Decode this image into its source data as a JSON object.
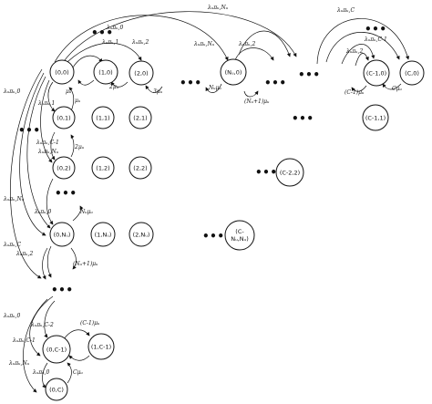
{
  "states": {
    "s00": "(0,0)",
    "s10": "(1,0)",
    "s20": "(2,0)",
    "sNu0": "(Nᵤ,0)",
    "sC10": "(C-1,0)",
    "sC0": "(C,0)",
    "s01": "(0,1)",
    "s11": "(1,1)",
    "s21": "(2,1)",
    "sC11": "(C-1,1)",
    "s02": "(0,2)",
    "s12": "(1,2)",
    "s22": "(2,2)",
    "sC22": "(C-2,2)",
    "s0Nu": "(0,Nᵤ)",
    "s1Nu": "(1,Nᵤ)",
    "s2Nu": "(2,Nᵤ)",
    "sCNu_a": "(C-",
    "sCNu_b": "Nᵤ,Nᵤ)",
    "s0C1": "(0,C-1)",
    "s1C1": "(1,C-1)",
    "s0C": "(0,C)"
  },
  "labels": {
    "top_lambda_Nu": "λᵤπᵤ,Nᵤ",
    "top_lambda_C": "λᵤπᵤ,C",
    "top_lambda_Cm1": "λᵤπᵤ,C-1",
    "lambda_0": "λᵤπᵤ,0",
    "lambda_1": "λᵤπᵤ,1",
    "lambda_2": "λᵤπᵤ,2",
    "lambda_Nu": "λᵤπᵤ,Nᵤ",
    "lambda_C": "λᵤπᵤ,C",
    "lambda_C1": "λᵤπᵤ,C-1",
    "lambda_C2": "λᵤπᵤ,C-2",
    "mu_u": "μᵤ",
    "two_mu_u": "2μᵤ",
    "three_mu_u": "3μᵤ",
    "Nu_mu_u": "Nᵤμᵤ",
    "Nu1_mu_u": "(Nᵤ+1)μᵤ",
    "C1_mu_u": "(C-1)μᵤ",
    "C_mu_u": "Cμᵤ",
    "ellipsis": "•••"
  }
}
